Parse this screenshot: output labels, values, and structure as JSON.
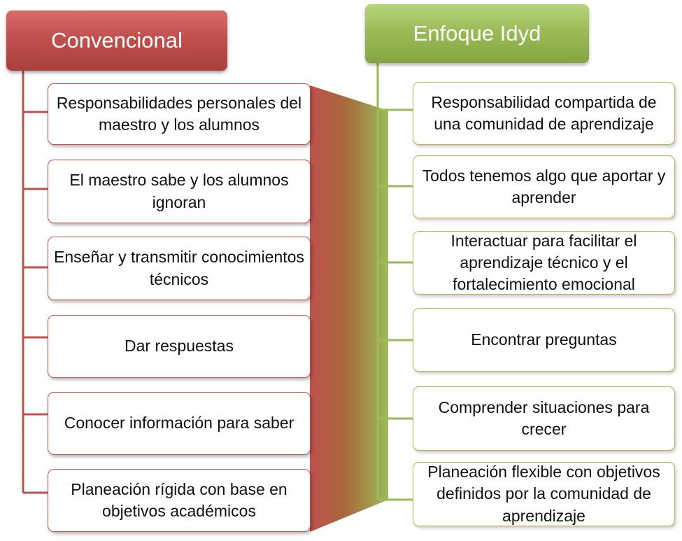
{
  "left": {
    "header": "Convencional",
    "items": [
      "Responsabilidades  personales del maestro y los alumnos",
      "El maestro sabe y  los alumnos ignoran",
      "Enseñar y transmitir conocimientos  técnicos",
      "Dar respuestas",
      "Conocer información para saber",
      "Planeación rígida con base en objetivos académicos"
    ]
  },
  "right": {
    "header": "Enfoque  Idyd",
    "items": [
      "Responsabilidad compartida de una comunidad de aprendizaje",
      "Todos tenemos algo que aportar y aprender",
      "Interactuar para facilitar el aprendizaje técnico y el fortalecimiento emocional",
      "Encontrar preguntas",
      "Comprender  situaciones para crecer",
      "Planeación flexible con objetivos definidos  por la comunidad  de aprendizaje"
    ]
  },
  "colors": {
    "left_accent": "#c0504d",
    "right_accent": "#9bbb59",
    "right_box_border": "#c4b053"
  }
}
